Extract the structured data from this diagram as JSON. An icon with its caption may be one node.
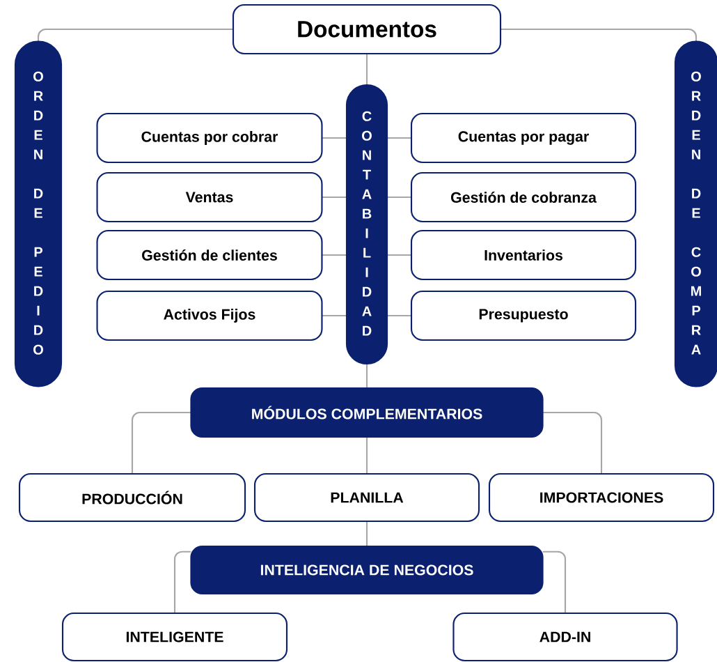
{
  "diagram": {
    "nodes": [
      {
        "text": [
          "Documentos"
        ]
      },
      {
        "text": [
          "ORDEN DE PEDIDO"
        ]
      },
      {
        "text": [
          "CONTABILIDAD"
        ]
      },
      {
        "text": [
          "ORDEN DE COMPRA"
        ]
      },
      {
        "text": [
          "Cuentas por cobrar"
        ]
      },
      {
        "text": [
          "Cuentas por pagar"
        ]
      },
      {
        "text": [
          "Ventas"
        ]
      },
      {
        "text": [
          "Gestión de cobranza"
        ]
      },
      {
        "text": [
          "Gestión de clientes"
        ]
      },
      {
        "text": [
          "Inventarios"
        ]
      },
      {
        "text": [
          "Activos Fijos"
        ]
      },
      {
        "text": [
          "Presupuesto"
        ]
      },
      {
        "text": [
          "MÓDULOS COMPLEMENTARIOS"
        ]
      },
      {
        "text": [
          "PRODUCCIÓN"
        ]
      },
      {
        "text": [
          "PLANILLA"
        ]
      },
      {
        "text": [
          "IMPORTACIONES"
        ]
      },
      {
        "text": [
          "INTELIGENCIA DE NEGOCIOS"
        ]
      },
      {
        "text": [
          "INTELIGENTE"
        ]
      },
      {
        "text": [
          "ADD-IN"
        ]
      }
    ],
    "edges": [
      {
        "from": 0,
        "to": 1,
        "arrow": "none"
      },
      {
        "from": 0,
        "to": 3,
        "arrow": "none"
      },
      {
        "from": 0,
        "to": 2,
        "arrow": "none"
      },
      {
        "from": 2,
        "to": 4,
        "arrow": "none"
      },
      {
        "from": 2,
        "to": 5,
        "arrow": "none"
      },
      {
        "from": 2,
        "to": 6,
        "arrow": "none"
      },
      {
        "from": 2,
        "to": 7,
        "arrow": "none"
      },
      {
        "from": 2,
        "to": 8,
        "arrow": "none"
      },
      {
        "from": 2,
        "to": 9,
        "arrow": "none"
      },
      {
        "from": 2,
        "to": 10,
        "arrow": "none"
      },
      {
        "from": 2,
        "to": 11,
        "arrow": "none"
      },
      {
        "from": 2,
        "to": 12,
        "arrow": "none"
      },
      {
        "from": 12,
        "to": 13,
        "arrow": "none"
      },
      {
        "from": 12,
        "to": 14,
        "arrow": "none"
      },
      {
        "from": 12,
        "to": 15,
        "arrow": "none"
      },
      {
        "from": 14,
        "to": 16,
        "arrow": "none"
      },
      {
        "from": 16,
        "to": 17,
        "arrow": "none"
      },
      {
        "from": 16,
        "to": 18,
        "arrow": "none"
      }
    ]
  }
}
